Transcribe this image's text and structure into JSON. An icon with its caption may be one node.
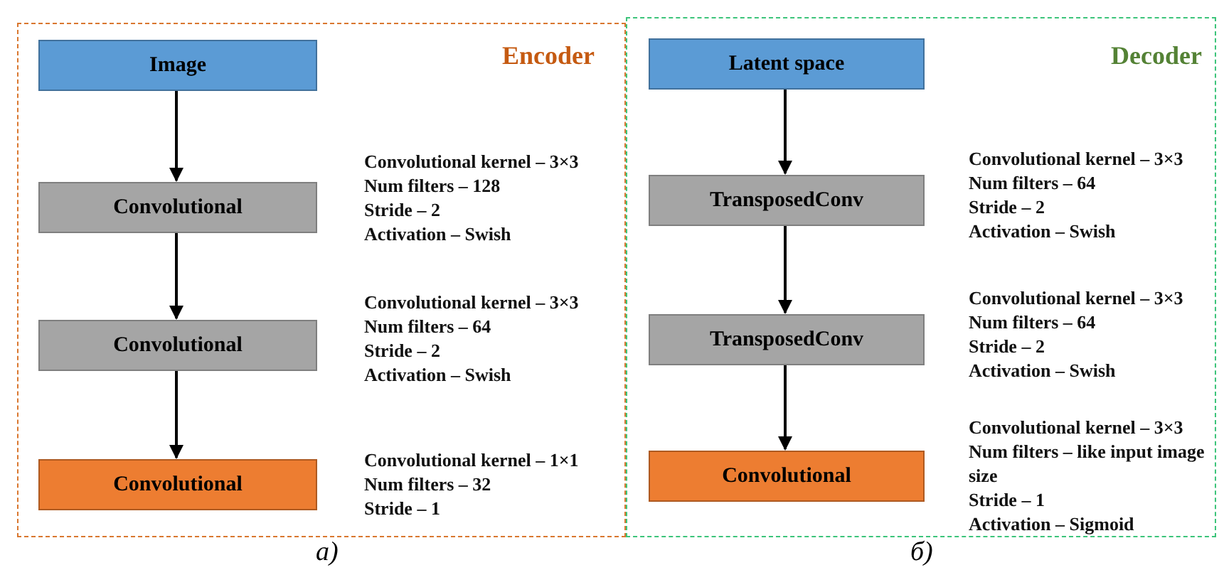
{
  "diagram": {
    "nodes": [
      {
        "text": [
          "Encoder"
        ]
      },
      {
        "text": [
          "Image"
        ],
        "in": 0
      },
      {
        "text": [
          "Convolutional"
        ],
        "in": 0,
        "beside": [
          "Convolutional kernel – 3×3",
          "Num filters – 128",
          "Stride – 2",
          "Activation – Swish"
        ]
      },
      {
        "text": [
          "Convolutional"
        ],
        "in": 0,
        "beside": [
          "Convolutional kernel – 3×3",
          "Num filters – 64",
          "Stride – 2",
          "Activation – Swish"
        ]
      },
      {
        "text": [
          "Convolutional"
        ],
        "in": 0,
        "beside": [
          "Convolutional kernel – 1×1",
          "Num filters – 32",
          "Stride – 1"
        ]
      },
      {
        "text": [
          "Decoder"
        ]
      },
      {
        "text": [
          "Latent space"
        ],
        "in": 5
      },
      {
        "text": [
          "TransposedConv"
        ],
        "in": 5,
        "beside": [
          "Convolutional kernel – 3×3",
          "Num filters – 64",
          "Stride – 2",
          "Activation – Swish"
        ]
      },
      {
        "text": [
          "TransposedConv"
        ],
        "in": 5,
        "beside": [
          "Convolutional kernel – 3×3",
          "Num filters – 64",
          "Stride – 2",
          "Activation – Swish"
        ]
      },
      {
        "text": [
          "Convolutional"
        ],
        "in": 5,
        "beside": [
          "Convolutional kernel – 3×3",
          "Num filters – like input image size",
          "Stride – 1",
          "Activation – Sigmoid"
        ]
      }
    ],
    "edges": [
      {
        "from": 1,
        "to": 2,
        "arrow": "to"
      },
      {
        "from": 2,
        "to": 3,
        "arrow": "to"
      },
      {
        "from": 3,
        "to": 4,
        "arrow": "to"
      },
      {
        "from": 6,
        "to": 7,
        "arrow": "to"
      },
      {
        "from": 7,
        "to": 8,
        "arrow": "to"
      },
      {
        "from": 8,
        "to": 9,
        "arrow": "to"
      }
    ],
    "labels": [
      "а)",
      "б)"
    ]
  }
}
